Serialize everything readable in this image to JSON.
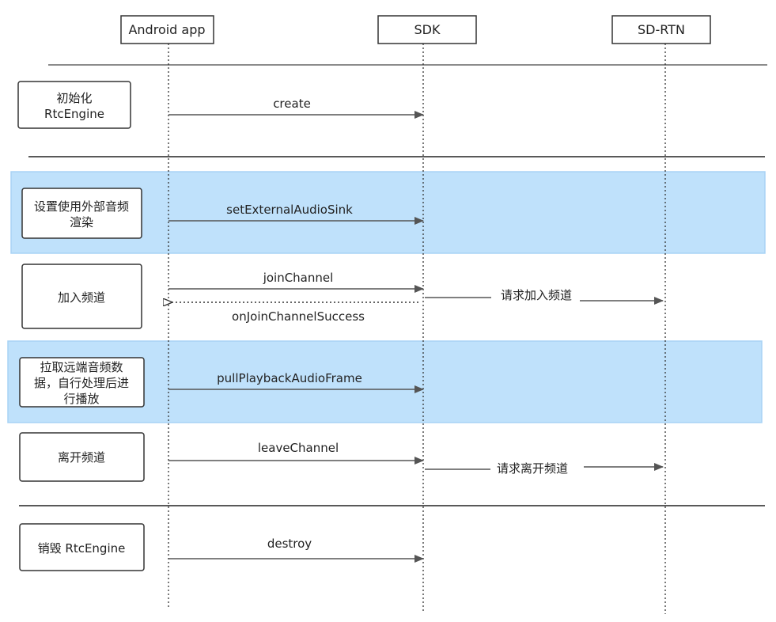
{
  "actors": [
    {
      "name": "Android app"
    },
    {
      "name": "SDK"
    },
    {
      "name": "SD-RTN"
    }
  ],
  "steps": [
    {
      "lines": [
        "初始化",
        "RtcEngine"
      ],
      "highlighted": false
    },
    {
      "lines": [
        "设置使用外部音频",
        "渲染"
      ],
      "highlighted": true
    },
    {
      "lines": [
        "加入频道"
      ],
      "highlighted": false
    },
    {
      "lines": [
        "拉取远端音频数",
        "据，自行处理后进",
        "行播放"
      ],
      "highlighted": true
    },
    {
      "lines": [
        "离开频道"
      ],
      "highlighted": false
    },
    {
      "lines": [
        "销毁 RtcEngine"
      ],
      "highlighted": false
    }
  ],
  "messages": [
    {
      "label": "create",
      "from": "Android app",
      "to": "SDK",
      "style": "solid"
    },
    {
      "label": "setExternalAudioSink",
      "from": "Android app",
      "to": "SDK",
      "style": "solid"
    },
    {
      "label": "joinChannel",
      "from": "Android app",
      "to": "SDK",
      "style": "solid"
    },
    {
      "label": "onJoinChannelSuccess",
      "from": "SDK",
      "to": "Android app",
      "style": "dotted"
    },
    {
      "label": "请求加入频道",
      "from": "SDK",
      "to": "SD-RTN",
      "style": "solid"
    },
    {
      "label": "pullPlaybackAudioFrame",
      "from": "Android app",
      "to": "SDK",
      "style": "solid"
    },
    {
      "label": "leaveChannel",
      "from": "Android app",
      "to": "SDK",
      "style": "solid"
    },
    {
      "label": "请求离开频道",
      "from": "SDK",
      "to": "SD-RTN",
      "style": "solid"
    },
    {
      "label": "destroy",
      "from": "Android app",
      "to": "SDK",
      "style": "solid"
    }
  ],
  "colors": {
    "highlight_fill": "#bfe1fb",
    "highlight_stroke": "#a9d3f5",
    "line": "#555555",
    "text": "#222222"
  }
}
